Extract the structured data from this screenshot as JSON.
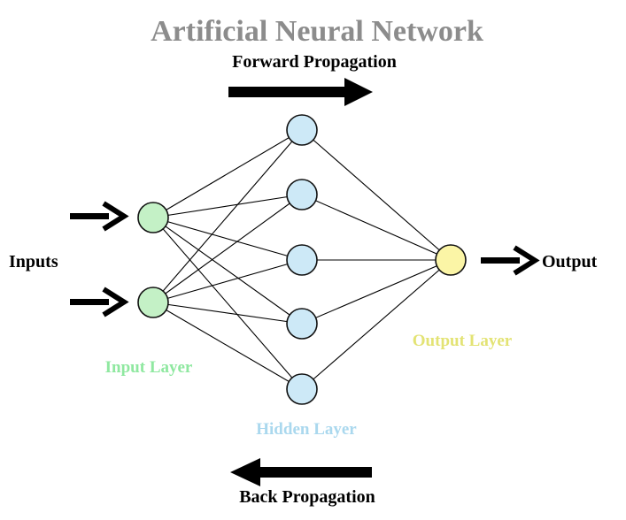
{
  "title": "Artificial Neural Network",
  "labels": {
    "forward": "Forward Propagation",
    "back": "Back Propagation",
    "inputs": "Inputs",
    "output": "Output",
    "input_layer": "Input Layer",
    "hidden_layer": "Hidden Layer",
    "output_layer": "Output Layer"
  },
  "colors": {
    "title": "#8c8c8c",
    "input_layer": "#8fe8a0",
    "hidden_layer": "#aad8ee",
    "output_layer": "#e3e374",
    "input_node": "#c4f1c6",
    "hidden_node": "#cde9f7",
    "output_node": "#fbf5a6",
    "line": "#000000"
  },
  "network": {
    "input_nodes": 2,
    "hidden_nodes": 5,
    "output_nodes": 1,
    "fully_connected": true
  }
}
